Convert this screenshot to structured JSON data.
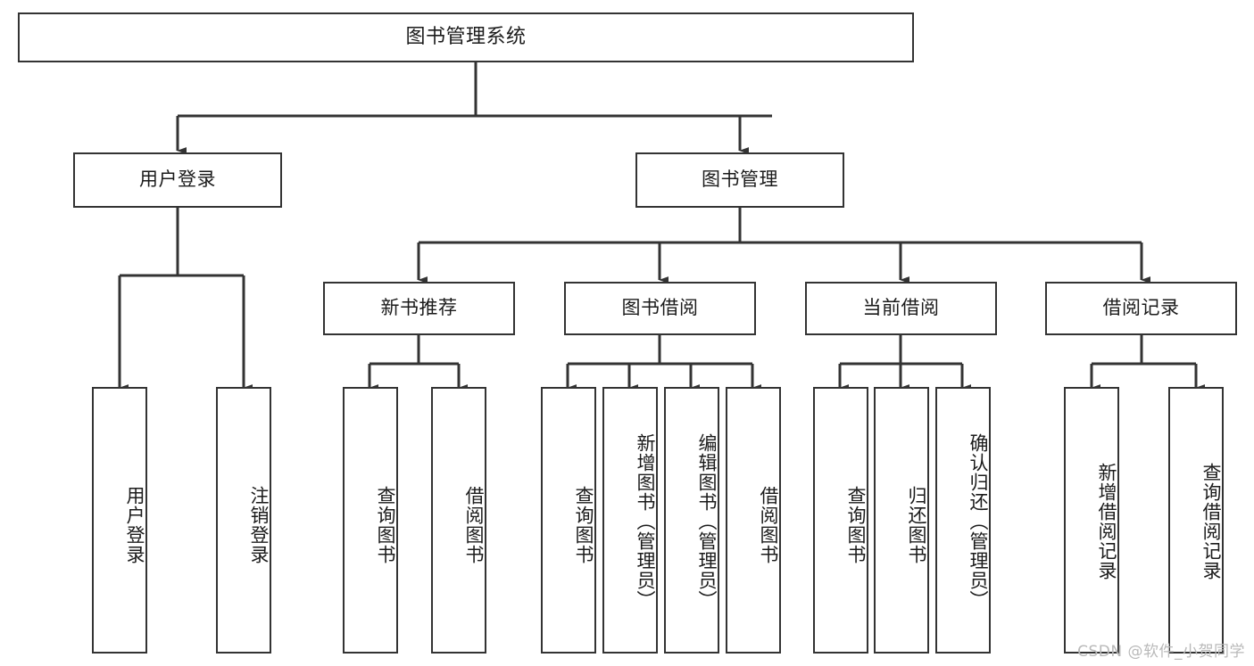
{
  "diagram": {
    "title": "图书管理系统",
    "type": "tree-hierarchy-diagram",
    "watermark": "CSDN @软件_小贺同学",
    "colors": {
      "background": "#ffffff",
      "box_border": "#333333",
      "box_fill": "#ffffff",
      "connector": "#333333",
      "text": "#1b1b1b",
      "watermark": "#b9b9b9"
    },
    "levels": {
      "root": {
        "label": "图书管理系统"
      },
      "level2": [
        {
          "label": "用户登录"
        },
        {
          "label": "图书管理"
        }
      ],
      "level3": [
        {
          "label": "新书推荐"
        },
        {
          "label": "图书借阅"
        },
        {
          "label": "当前借阅"
        },
        {
          "label": "借阅记录"
        }
      ],
      "leaves": [
        {
          "label": "用户登录"
        },
        {
          "label": "注销登录"
        },
        {
          "label": "查询图书"
        },
        {
          "label": "借阅图书"
        },
        {
          "label": "查询图书"
        },
        {
          "label": "新增图书（管理员）"
        },
        {
          "label": "编辑图书（管理员）"
        },
        {
          "label": "借阅图书"
        },
        {
          "label": "查询图书"
        },
        {
          "label": "归还图书"
        },
        {
          "label": "确认归还（管理员）"
        },
        {
          "label": "新增借阅记录"
        },
        {
          "label": "查询借阅记录"
        }
      ]
    },
    "tree": {
      "name": "图书管理系统",
      "children": [
        {
          "name": "用户登录",
          "children": [
            {
              "name": "用户登录"
            },
            {
              "name": "注销登录"
            }
          ]
        },
        {
          "name": "图书管理",
          "children": [
            {
              "name": "新书推荐",
              "children": [
                {
                  "name": "查询图书"
                },
                {
                  "name": "借阅图书"
                }
              ]
            },
            {
              "name": "图书借阅",
              "children": [
                {
                  "name": "查询图书"
                },
                {
                  "name": "新增图书（管理员）"
                },
                {
                  "name": "编辑图书（管理员）"
                },
                {
                  "name": "借阅图书"
                }
              ]
            },
            {
              "name": "当前借阅",
              "children": [
                {
                  "name": "查询图书"
                },
                {
                  "name": "归还图书"
                },
                {
                  "name": "确认归还（管理员）"
                }
              ]
            },
            {
              "name": "借阅记录",
              "children": [
                {
                  "name": "新增借阅记录"
                },
                {
                  "name": "查询借阅记录"
                }
              ]
            }
          ]
        }
      ]
    }
  }
}
